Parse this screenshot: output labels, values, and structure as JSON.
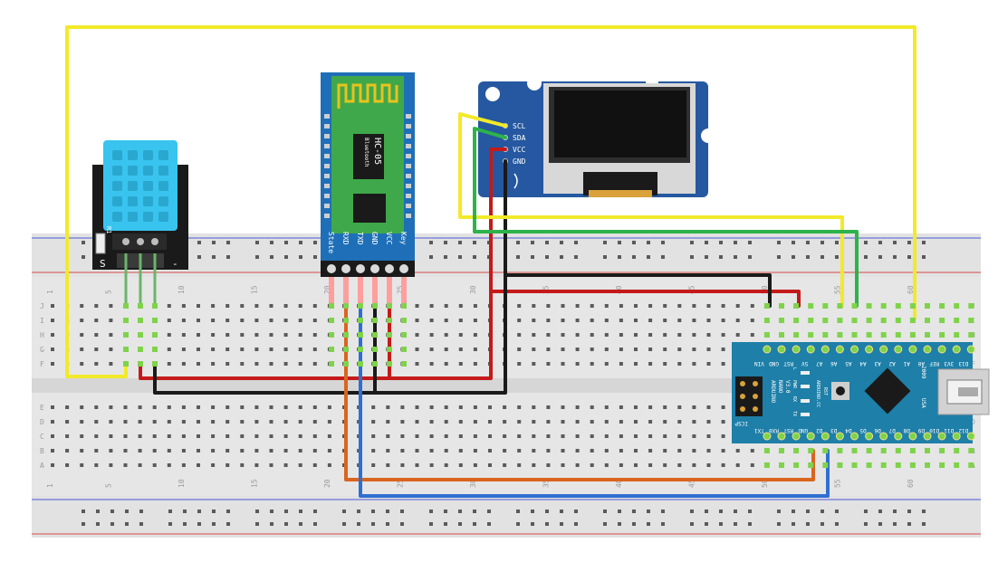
{
  "colors": {
    "board": "#e6e6e6",
    "board_edge": "#d2d2d2",
    "hole": "#5a5a5a",
    "hole_active": "#7fd34a",
    "rail_red": "#d94a4a",
    "rail_blue": "#4a5ad9",
    "wire_yellow": "#f2ea29",
    "wire_red": "#c41a1a",
    "wire_black": "#1a1a1a",
    "wire_green": "#2db34a",
    "wire_orange": "#d9651f",
    "wire_blue": "#2f6fd0",
    "dht_blue": "#38c4ee",
    "hc05_blue": "#1e6fb8",
    "hc05_green": "#3fa84a",
    "oled_blue": "#2558a0",
    "nano_teal": "#1e7fa8"
  },
  "breadboard": {
    "row_letters_top": [
      "J",
      "I",
      "H",
      "G",
      "F"
    ],
    "row_letters_bottom": [
      "E",
      "D",
      "C",
      "B",
      "A"
    ],
    "column_numbers_top": [
      "1",
      "5",
      "10",
      "15",
      "20",
      "25",
      "30",
      "35",
      "40",
      "45",
      "50",
      "55",
      "60"
    ],
    "column_numbers_bottom": [
      "1",
      "5",
      "10",
      "15",
      "20",
      "25",
      "30",
      "35",
      "40",
      "45",
      "50",
      "55",
      "60"
    ]
  },
  "dht11": {
    "pin_labels": [
      "S",
      "-"
    ],
    "resistor_label": "R1"
  },
  "hc05": {
    "chip_title": "HC-05",
    "chip_subtitle": "Bluetooth",
    "pin_labels": [
      "State",
      "RXD",
      "TXD",
      "GND",
      "VCC",
      "Key"
    ]
  },
  "oled": {
    "pin_labels": [
      "SCL",
      "SDA",
      "VCC",
      "GND"
    ]
  },
  "nano": {
    "top_pins": [
      "D12",
      "D11",
      "D10",
      "D9",
      "D8",
      "D7",
      "D6",
      "D5",
      "D4",
      "D3",
      "D2",
      "GND",
      "RST",
      "RX0",
      "TX1"
    ],
    "bottom_pins": [
      "D13",
      "3V3",
      "REF",
      "A0",
      "A1",
      "A2",
      "A3",
      "A4",
      "A5",
      "A6",
      "A7",
      "5V",
      "RST",
      "GND",
      "VIN"
    ],
    "label_board": "ARDUINO",
    "label_model": "NANO",
    "label_version": "V3.0",
    "label_cc": "ARDUINO.CC",
    "label_year": "2009",
    "label_usa": "USA",
    "label_icsp": "ICSP",
    "label_l": "L",
    "label_pwr": "PWR",
    "label_tx": "TX",
    "label_rx": "RX",
    "label_rst": "RST"
  }
}
